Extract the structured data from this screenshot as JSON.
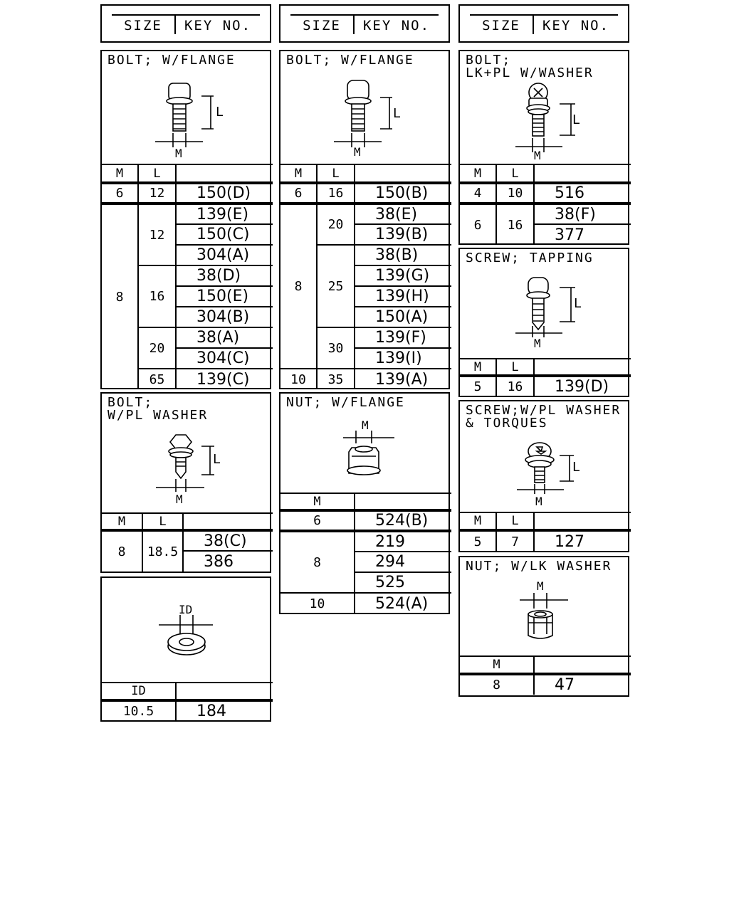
{
  "header": {
    "size_label": "SIZE",
    "key_label": "KEY NO."
  },
  "panels": {
    "bolt_flange_a": {
      "title": "BOLT; W/FLANGE",
      "cols": {
        "m": "M",
        "l": "L"
      },
      "dims": {
        "l": "L",
        "m": "M"
      },
      "rows": [
        {
          "m": "6",
          "l": "12",
          "key": "150(D)"
        },
        {
          "m": "8",
          "l": "12",
          "key": "139(E)"
        },
        {
          "key": "150(C)"
        },
        {
          "key": "304(A)"
        },
        {
          "l": "16",
          "key": "38(D)"
        },
        {
          "key": "150(E)"
        },
        {
          "key": "304(B)"
        },
        {
          "l": "20",
          "key": "38(A)"
        },
        {
          "key": "304(C)"
        },
        {
          "l": "65",
          "key": "139(C)"
        }
      ]
    },
    "bolt_flange_b": {
      "title": "BOLT; W/FLANGE",
      "cols": {
        "m": "M",
        "l": "L"
      },
      "dims": {
        "l": "L",
        "m": "M"
      },
      "rows": [
        {
          "m": "6",
          "l": "16",
          "key": "150(B)"
        },
        {
          "m": "8",
          "l": "20",
          "key": "38(E)"
        },
        {
          "key": "139(B)"
        },
        {
          "l": "25",
          "key": "38(B)"
        },
        {
          "key": "139(G)"
        },
        {
          "key": "139(H)"
        },
        {
          "key": "150(A)"
        },
        {
          "l": "30",
          "key": "139(F)"
        },
        {
          "key": "139(I)"
        },
        {
          "m": "10",
          "l": "35",
          "key": "139(A)"
        }
      ]
    },
    "bolt_lkpl": {
      "title": "BOLT;\nLK+PL W/WASHER",
      "cols": {
        "m": "M",
        "l": "L"
      },
      "dims": {
        "l": "L",
        "m": "M"
      },
      "rows": [
        {
          "m": "4",
          "l": "10",
          "key": "516"
        },
        {
          "m": "6",
          "l": "16",
          "key": "38(F)"
        },
        {
          "key": "377"
        }
      ]
    },
    "screw_tapping": {
      "title": "SCREW; TAPPING",
      "cols": {
        "m": "M",
        "l": "L"
      },
      "dims": {
        "l": "L",
        "m": "M"
      },
      "rows": [
        {
          "m": "5",
          "l": "16",
          "key": "139(D)"
        }
      ]
    },
    "bolt_pl": {
      "title": "BOLT;\nW/PL WASHER",
      "cols": {
        "m": "M",
        "l": "L"
      },
      "dims": {
        "l": "L",
        "m": "M"
      },
      "rows": [
        {
          "m": "8",
          "l": "18.5",
          "key": "38(C)"
        },
        {
          "key": "386"
        }
      ]
    },
    "nut_flange": {
      "title": "NUT; W/FLANGE",
      "cols": {
        "m": "M"
      },
      "dims": {
        "m": "M"
      },
      "rows": [
        {
          "m": "6",
          "key": "524(B)"
        },
        {
          "m": "8",
          "key": "219"
        },
        {
          "key": "294"
        },
        {
          "key": "525"
        },
        {
          "m": "10",
          "key": "524(A)"
        }
      ]
    },
    "screw_pl_torques": {
      "title": "SCREW;W/PL WASHER\n& TORQUES",
      "cols": {
        "m": "M",
        "l": "L"
      },
      "dims": {
        "l": "L",
        "m": "M"
      },
      "rows": [
        {
          "m": "5",
          "l": "7",
          "key": "127"
        }
      ]
    },
    "nut_lk": {
      "title": "NUT; W/LK WASHER",
      "cols": {
        "m": "M"
      },
      "dims": {
        "m": "M"
      },
      "rows": [
        {
          "m": "8",
          "key": "47"
        }
      ]
    },
    "washer": {
      "cols": {
        "id": "ID"
      },
      "dims": {
        "id": "ID"
      },
      "rows": [
        {
          "id": "10.5",
          "key": "184"
        }
      ]
    }
  }
}
